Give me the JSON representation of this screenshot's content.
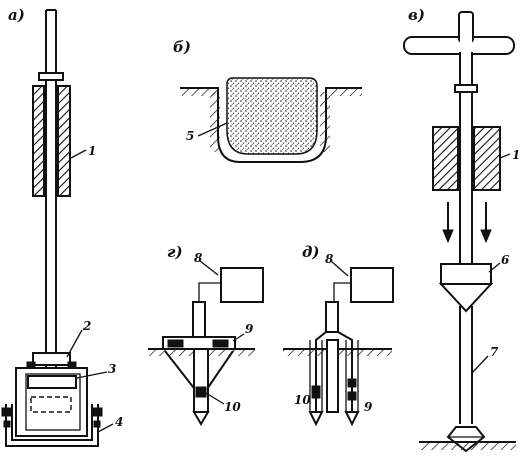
{
  "figure": {
    "panels": {
      "a": "a)",
      "b": "б)",
      "v": "в)",
      "g": "г)",
      "d": "д)"
    },
    "callouts": {
      "c1_a": "1",
      "c2": "2",
      "c3": "3",
      "c4": "4",
      "c5": "5",
      "c1_v": "1",
      "c6": "6",
      "c7": "7",
      "c8_g": "8",
      "c9_g": "9",
      "c10_g": "10",
      "c8_d": "8",
      "c10_d": "10",
      "c9_d": "9"
    }
  }
}
